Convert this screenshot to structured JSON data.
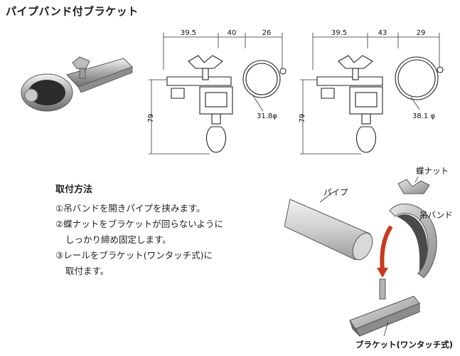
{
  "title": "パイプバンド付ブラケット",
  "diagram_left": {
    "dim_a": "39.5",
    "dim_b": "40",
    "dim_c": "26",
    "height": "79",
    "pipe_diameter": "31.8φ"
  },
  "diagram_right": {
    "dim_a": "39.5",
    "dim_b": "43",
    "dim_c": "29",
    "height": "79",
    "pipe_diameter": "38.1 φ"
  },
  "instructions": {
    "heading": "取付方法",
    "steps": [
      {
        "line1": "①吊バンドを開きパイプを挟みます。",
        "line2": ""
      },
      {
        "line1": "②蝶ナットをブラケットが回らないように",
        "line2": "しっかり締め固定します。"
      },
      {
        "line1": "③レールをブラケット(ワンタッチ式)に",
        "line2": "取付ます。"
      }
    ]
  },
  "illustration": {
    "label_pipe": "パイプ",
    "label_nut": "蝶ナット",
    "label_band": "吊バンド",
    "label_bracket": "ブラケット(ワンタッチ式)"
  }
}
